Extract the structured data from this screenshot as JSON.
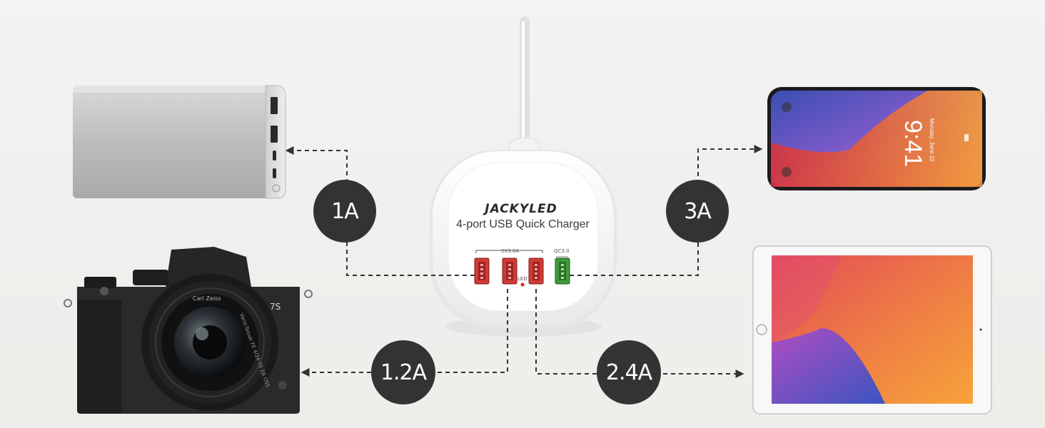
{
  "hub": {
    "brand": "JACKYLED",
    "model": "4-port USB Quick Charger",
    "port_group_label": "5V3.6A",
    "qc_label": "QC3.0",
    "led_label": "LED"
  },
  "outputs": {
    "power_bank": "1A",
    "camera": "1.2A",
    "tablet": "2.4A",
    "phone": "3A"
  },
  "phone_screen": {
    "time": "9:41",
    "date": "Monday, June 22"
  },
  "camera_marks": {
    "model": "7S",
    "lens": "Carl Zeiss",
    "lens_line": "Vario-Tessar FE 4/24-70 ZA OSS"
  },
  "colors": {
    "badge": "#333333",
    "usb_red": "#d23a36",
    "usb_green": "#3f9a3a",
    "dashed_line": "#333333"
  }
}
